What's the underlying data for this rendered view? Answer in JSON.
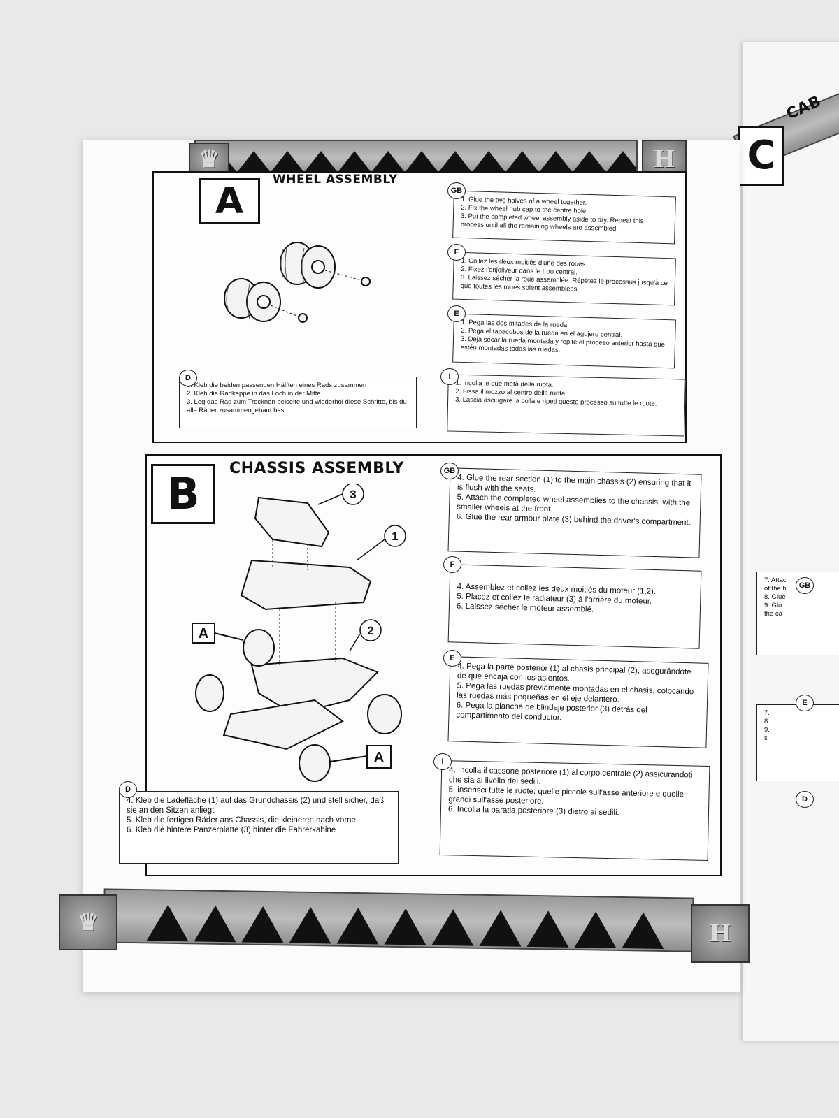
{
  "right_page": {
    "section_letter": "C",
    "title_fragment": "CAB",
    "langs": [
      "GB",
      "E",
      "D"
    ],
    "gb_lines": [
      "7. Attac",
      "of the h",
      "8. Glue",
      "9. Glu",
      "the ca"
    ],
    "e_lines": [
      "7.",
      "8.",
      "9.",
      "s"
    ]
  },
  "section_a": {
    "letter": "A",
    "title": "WHEEL ASSEMBLY",
    "gb": {
      "badge": "GB",
      "lines": [
        "1. Glue the two halves of a wheel together.",
        "2. Fix the wheel hub cap to the centre hole.",
        "3. Put the completed wheel assembly aside to dry. Repeat this process until all the remaining wheels are assembled."
      ]
    },
    "f": {
      "badge": "F",
      "lines": [
        "1. Collez les deux moitiés d'une des roues.",
        "2. Fixez l'enjoliveur dans le trou central.",
        "3. Laissez sécher la roue assemblée. Répétez le processus jusqu'à ce que toutes les roues soient assemblées."
      ]
    },
    "e": {
      "badge": "E",
      "lines": [
        "1. Pega las dos mitades de la rueda.",
        "2. Pega el tapacubos de la rueda en el agujero central.",
        "3. Deja secar la rueda montada y repite el proceso anterior hasta que estén montadas todas las ruedas."
      ]
    },
    "d": {
      "badge": "D",
      "lines": [
        "1. Kleb die beiden passenden Hälften eines Rads zusammen",
        "2. Kleb die Radkappe in das Loch in der Mitte",
        "3. Leg das Rad zum Trocknen beiseite und wiederhol diese Schritte, bis du alle Räder zusammengebaut hast"
      ]
    },
    "i": {
      "badge": "I",
      "lines": [
        "1. Incolla le due metà della ruota.",
        "2. Fissa il mozzo al centro della ruota.",
        "3. Lascia asciugare la colla e ripeti questo processo su tutte le ruote."
      ]
    }
  },
  "section_b": {
    "letter": "B",
    "title": "CHASSIS ASSEMBLY",
    "callouts": [
      "3",
      "1",
      "2"
    ],
    "ref_labels": [
      "A",
      "A"
    ],
    "gb": {
      "badge": "GB",
      "lines": [
        "4. Glue the rear section (1) to the main chassis (2) ensuring that it is flush with the seats.",
        "5. Attach the completed wheel assemblies to the chassis, with the smaller wheels at the front.",
        "6. Glue the rear armour plate (3) behind the driver's compartment."
      ]
    },
    "f": {
      "badge": "F",
      "lines": [
        "4. Assemblez et collez les deux moitiés du moteur (1,2).",
        "5. Placez et collez le radiateur (3) à l'arrière du moteur.",
        "6. Laissez sécher le moteur assemblé."
      ]
    },
    "e": {
      "badge": "E",
      "lines": [
        "4. Pega la parte posterior (1) al chasis principal (2), asegurándote de que encaja con los asientos.",
        "5. Pega las ruedas previamente montadas en el chasis, colocando las ruedas más pequeñas en el eje delantero.",
        "6. Pega la plancha de blindaje posterior (3) detrás del compartimento del conductor."
      ]
    },
    "i": {
      "badge": "I",
      "lines": [
        "4. Incolla il cassone posteriore (1) al corpo centrale (2) assicurandoti che sia al livello dei sedili.",
        "5. inserisci tutte le ruote, quelle piccole sull'asse anteriore e quelle grandi sull'asse posteriore.",
        "6. Incolla la paratia posteriore (3) dietro ai sedili."
      ]
    },
    "d": {
      "badge": "D",
      "lines": [
        "4. Kleb die Ladefläche (1) auf das Grundchassis (2) und stell sicher, daß sie an den Sitzen anliegt",
        "5. Kleb die fertigen Räder ans Chassis, die kleineren nach vorne",
        "6. Kleb die hintere Panzerplatte (3) hinter die Fahrerkabine"
      ]
    }
  }
}
